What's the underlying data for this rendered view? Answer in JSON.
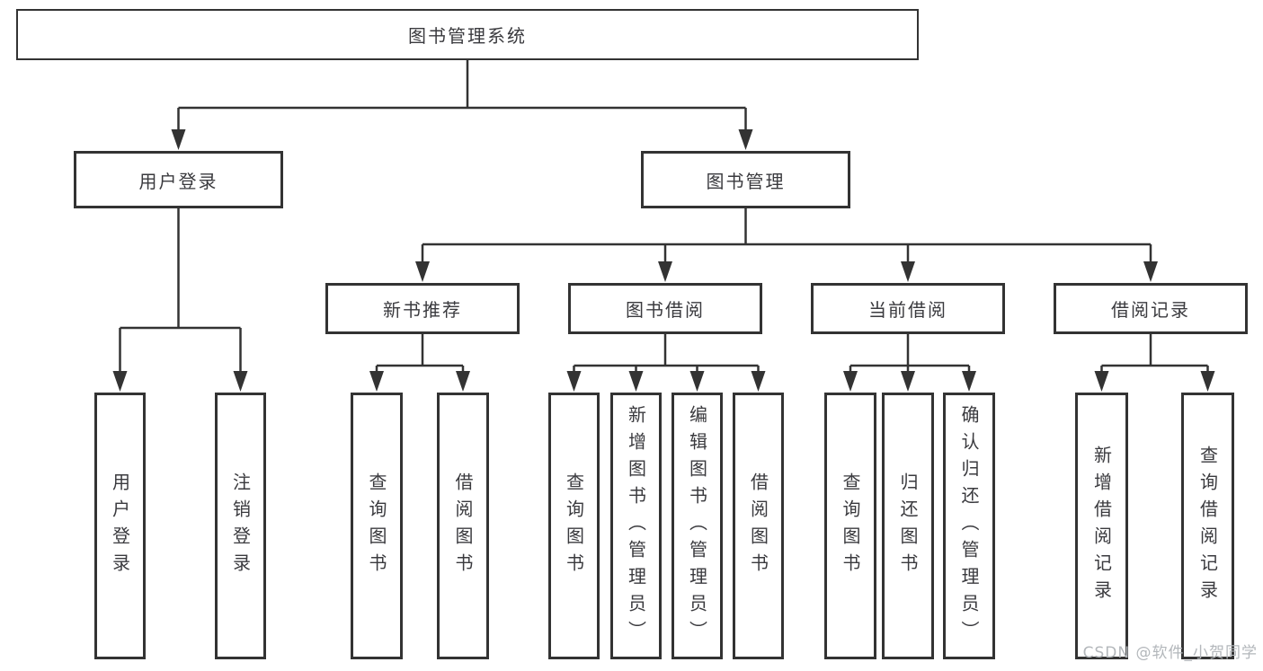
{
  "title": "图书管理系统",
  "colors": {
    "line": "#333333",
    "box_border": "#333333",
    "box_fill": "#ffffff",
    "text": "#3a3a3e",
    "watermark": "#b3b7bb"
  },
  "tree": {
    "root": {
      "label": "图书管理系统"
    },
    "user_login": {
      "label": "用户登录",
      "children": [
        {
          "label": "用户登录"
        },
        {
          "label": "注销登录"
        }
      ]
    },
    "book_management": {
      "label": "图书管理",
      "sections": [
        {
          "label": "新书推荐",
          "children": [
            {
              "label": "查询图书"
            },
            {
              "label": "借阅图书"
            }
          ]
        },
        {
          "label": "图书借阅",
          "children": [
            {
              "label": "查询图书"
            },
            {
              "label": "新增图书（管理员）"
            },
            {
              "label": "编辑图书（管理员）"
            },
            {
              "label": "借阅图书"
            }
          ]
        },
        {
          "label": "当前借阅",
          "children": [
            {
              "label": "查询图书"
            },
            {
              "label": "归还图书"
            },
            {
              "label": "确认归还（管理员）"
            }
          ]
        },
        {
          "label": "借阅记录",
          "children": [
            {
              "label": "新增借阅记录"
            },
            {
              "label": "查询借阅记录"
            }
          ]
        }
      ]
    }
  },
  "watermark": {
    "text": "CSDN @软件_小贺同学"
  }
}
